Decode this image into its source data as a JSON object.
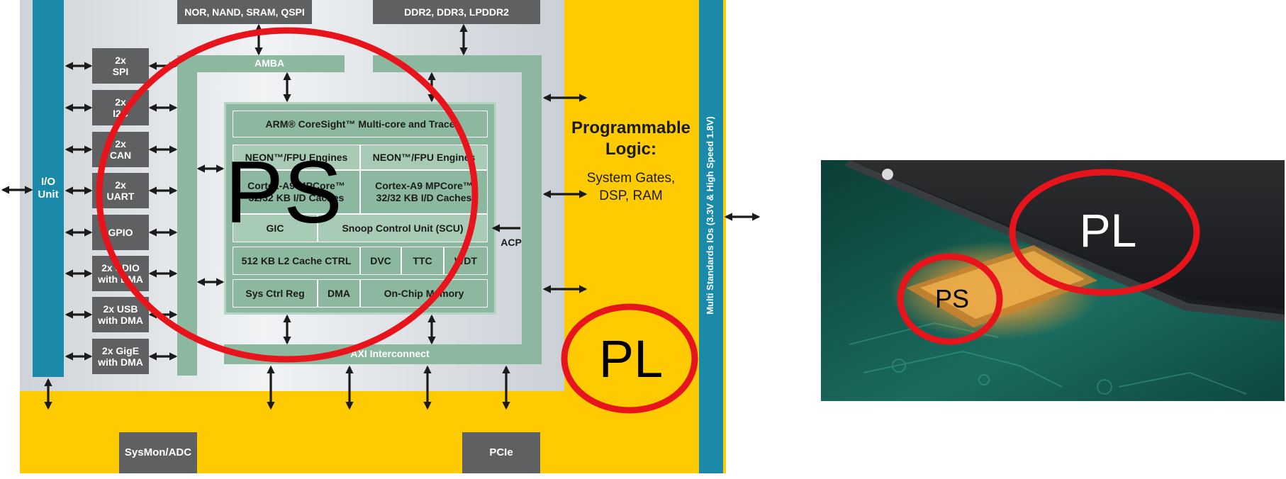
{
  "zynq_block_diagram": {
    "memory_interfaces": {
      "flash_label": "NOR, NAND, SRAM, QSPI",
      "dram_label": "DDR2, DDR3, LPDDR2"
    },
    "bus_labels": {
      "amba": "AMBA",
      "axi_interconnect": "AXI Interconnect",
      "acp": "ACP"
    },
    "io_unit_label": "I/O\nUnit",
    "peripherals": [
      "2x\nSPI",
      "2x\nI2C",
      "2x\nCAN",
      "2x\nUART",
      "GPIO",
      "2x SDIO\nwith DMA",
      "2x USB\nwith DMA",
      "2x GigE\nwith DMA"
    ],
    "processor": {
      "coresight": "ARM® CoreSight™ Multi-core and Trace",
      "neon_left": "NEON™/FPU Engines",
      "neon_right": "NEON™/FPU Engines",
      "cortex_left": "Cortex-A9 MPCore™\n32/32 KB I/D Caches",
      "cortex_right": "Cortex-A9 MPCore™\n32/32 KB I/D Caches",
      "gic": "GIC",
      "scu": "Snoop Control Unit (SCU)",
      "l2_cache": "512 KB L2 Cache CTRL",
      "dvc": "DVC",
      "ttc": "TTC",
      "wdt": "WDT",
      "sys_ctrl_reg": "Sys Ctrl Reg",
      "dma": "DMA",
      "ocm": "On-Chip Memory"
    },
    "programmable_logic": {
      "title": "Programmable\nLogic:",
      "subtitle": "System Gates,\nDSP, RAM"
    },
    "multi_standards_io": "Multi Standards IOs (3.3V & High Speed 1.8V)",
    "sysmon": "SysMon/ADC",
    "pcie": "PCIe"
  },
  "annotations": {
    "ps_label": "PS",
    "pl_label": "PL"
  },
  "photo_annotations": {
    "ps_label": "PS",
    "pl_label": "PL"
  },
  "colors": {
    "pl_yellow": "#fecb00",
    "ps_background": "#dfe4e8",
    "io_bar_teal": "#1a8aa8",
    "block_grey": "#5f6061",
    "processor_green": "#8cb8a0",
    "annotation_red": "#e8141b"
  }
}
